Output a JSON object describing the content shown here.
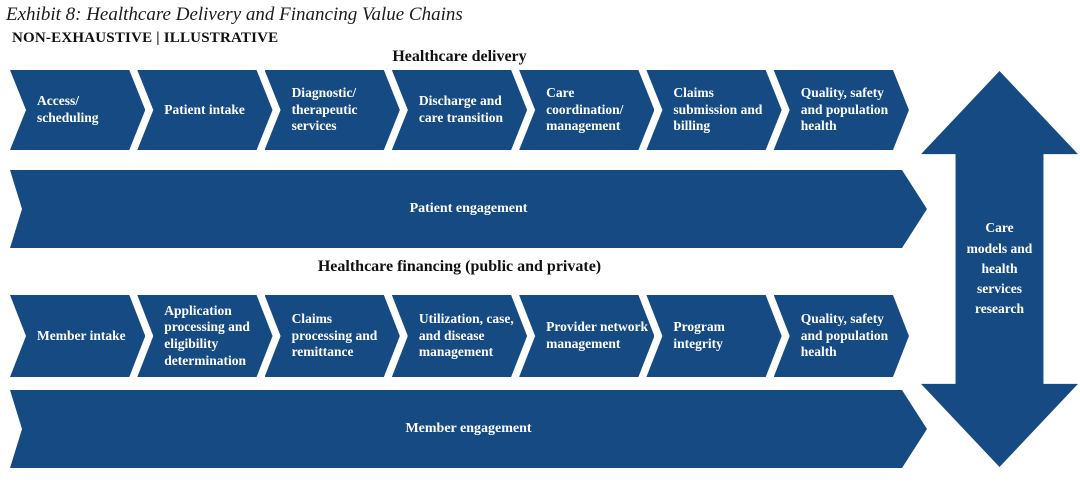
{
  "exhibit": {
    "title": "Exhibit 8: Healthcare Delivery and Financing Value Chains",
    "subtitle": "NON-EXHAUSTIVE | ILLUSTRATIVE"
  },
  "colors": {
    "navy": "#164a82",
    "text_dark": "#111111",
    "text_light": "#ffffff"
  },
  "delivery": {
    "header": "Healthcare delivery",
    "steps": [
      "Access/ scheduling",
      "Patient intake",
      "Diagnostic/ therapeutic services",
      "Discharge and care transition",
      "Care coordination/ management",
      "Claims submission and billing",
      "Quality, safety and population health"
    ],
    "engagement": "Patient engagement"
  },
  "financing": {
    "header": "Healthcare financing (public and private)",
    "steps": [
      "Member intake",
      "Application processing and eligibility determination",
      "Claims processing and remittance",
      "Utilization, case, and disease management",
      "Provider network management",
      "Program integrity",
      "Quality, safety and population health"
    ],
    "engagement": "Member engagement"
  },
  "care_arrow": {
    "lines": [
      "Care",
      "models and",
      "health",
      "services",
      "research"
    ]
  }
}
